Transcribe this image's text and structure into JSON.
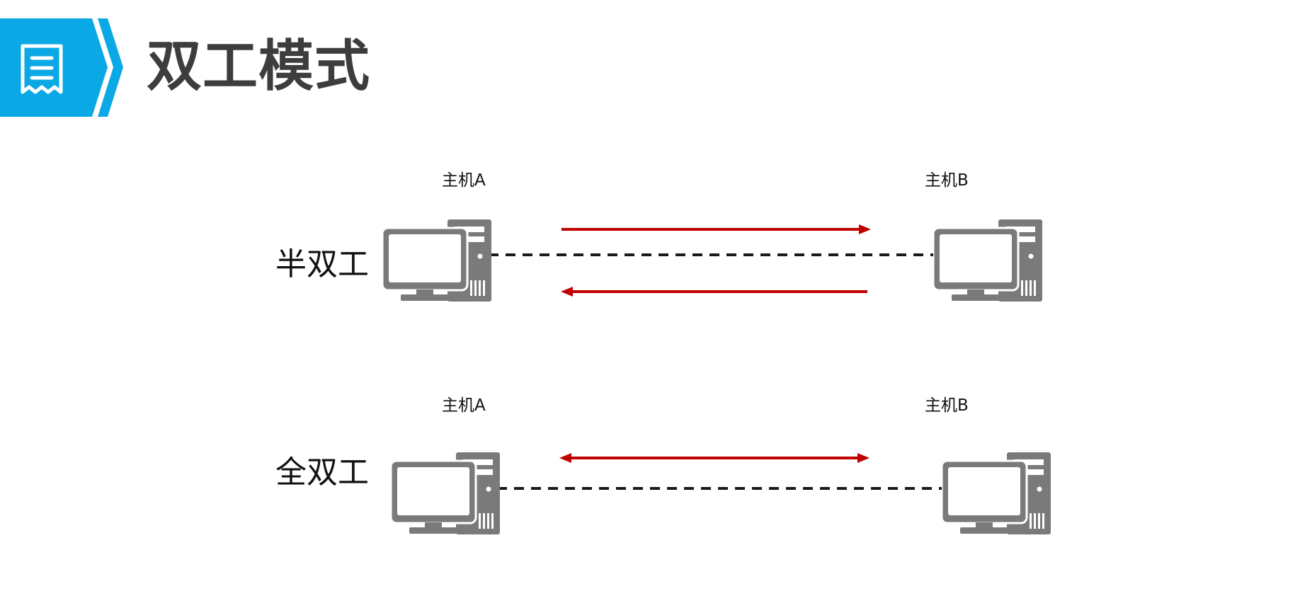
{
  "header": {
    "title": "双工模式",
    "icon": "document-list-icon",
    "accent_color": "#0aa9e6"
  },
  "diagrams": [
    {
      "mode_label": "半双工",
      "host_a_label": "主机A",
      "host_b_label": "主机B",
      "arrows": [
        "A→B",
        "B→A"
      ]
    },
    {
      "mode_label": "全双工",
      "host_a_label": "主机A",
      "host_b_label": "主机B",
      "arrows": [
        "A↔B"
      ]
    }
  ],
  "colors": {
    "arrow": "#c00000",
    "computer": "#7a7a7a",
    "link": "#1a1a1a"
  },
  "icons": [
    "computer-icon"
  ]
}
